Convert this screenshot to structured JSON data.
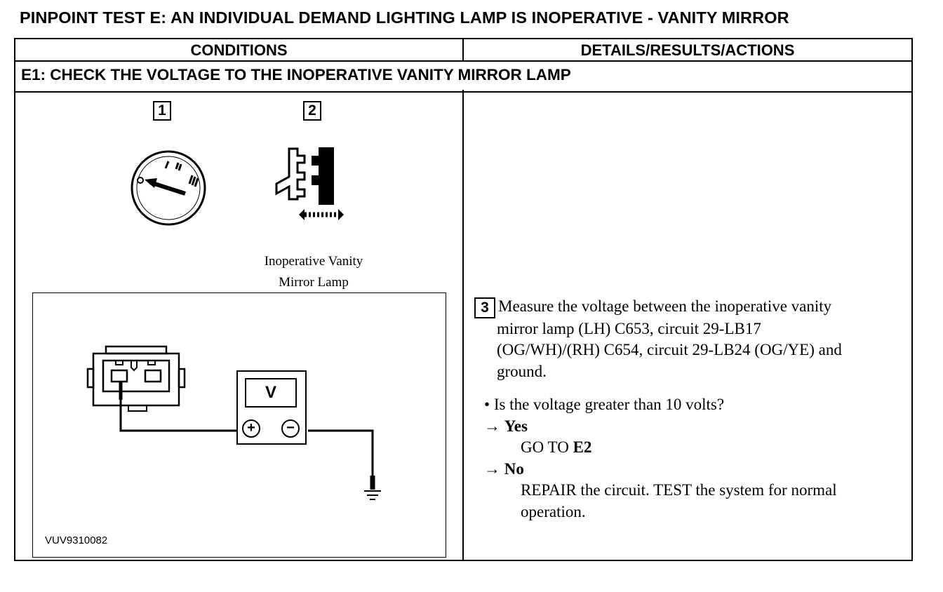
{
  "document": {
    "title": "PINPOINT TEST E: AN INDIVIDUAL DEMAND LIGHTING LAMP IS INOPERATIVE - VANITY MIRROR",
    "columns": {
      "conditions": "CONDITIONS",
      "details": "DETAILS/RESULTS/ACTIONS"
    },
    "step": {
      "title": "E1: CHECK THE VOLTAGE TO THE INOPERATIVE VANITY MIRROR LAMP"
    },
    "conditions": {
      "step1_number": "1",
      "step2_number": "2",
      "ignition_marks": [
        "O",
        "I",
        "II",
        "III"
      ],
      "caption_line1": "Inoperative Vanity",
      "caption_line2": "Mirror Lamp",
      "meter_label": "V",
      "meter_plus": "+",
      "meter_minus": "−",
      "figure_id": "VUV9310082"
    },
    "details": {
      "step3_number": "3",
      "instruction_line1": "Measure the voltage between the inoperative vanity",
      "instruction_line2": "mirror lamp (LH) C653, circuit 29-LB17",
      "instruction_line3": "(OG/WH)/(RH) C654, circuit 29-LB24 (OG/YE) and",
      "instruction_line4": "ground.",
      "bullet": "•",
      "question": "Is the voltage greater than 10 volts?",
      "arrow": "→",
      "yes_label": "Yes",
      "yes_action_prefix": "GO TO",
      "yes_action_target": "E2",
      "no_label": "No",
      "no_action_line1": "REPAIR the circuit. TEST the system for normal",
      "no_action_line2": "operation."
    }
  }
}
